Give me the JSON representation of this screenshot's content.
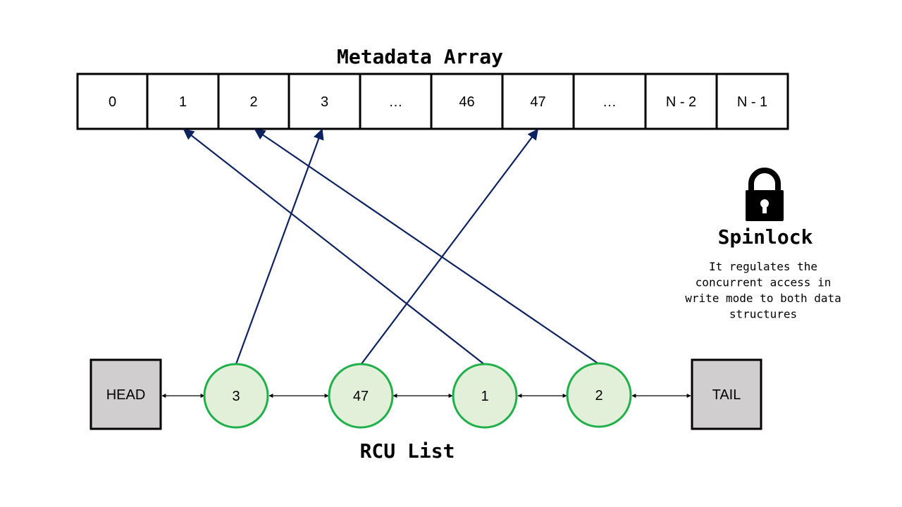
{
  "array": {
    "title": "Metadata Array",
    "cells": [
      "0",
      "1",
      "2",
      "3",
      "…",
      "46",
      "47",
      "…",
      "N - 2",
      "N - 1"
    ]
  },
  "list": {
    "title": "RCU List",
    "head": "HEAD",
    "tail": "TAIL",
    "nodes": [
      "3",
      "47",
      "1",
      "2"
    ]
  },
  "spinlock": {
    "title": "Spinlock",
    "description_lines": [
      "It regulates the",
      "concurrent access in",
      "write mode to both data",
      "structures"
    ]
  },
  "colors": {
    "array_border": "#000000",
    "pointer_line": "#0d2260",
    "node_fill": "#e2f0d9",
    "node_border": "#1fb04a",
    "endpoint_fill": "#d0cece",
    "link_arrow": "#000000",
    "lock_icon": "#000000"
  },
  "icons": {
    "lock": "lock-icon"
  }
}
